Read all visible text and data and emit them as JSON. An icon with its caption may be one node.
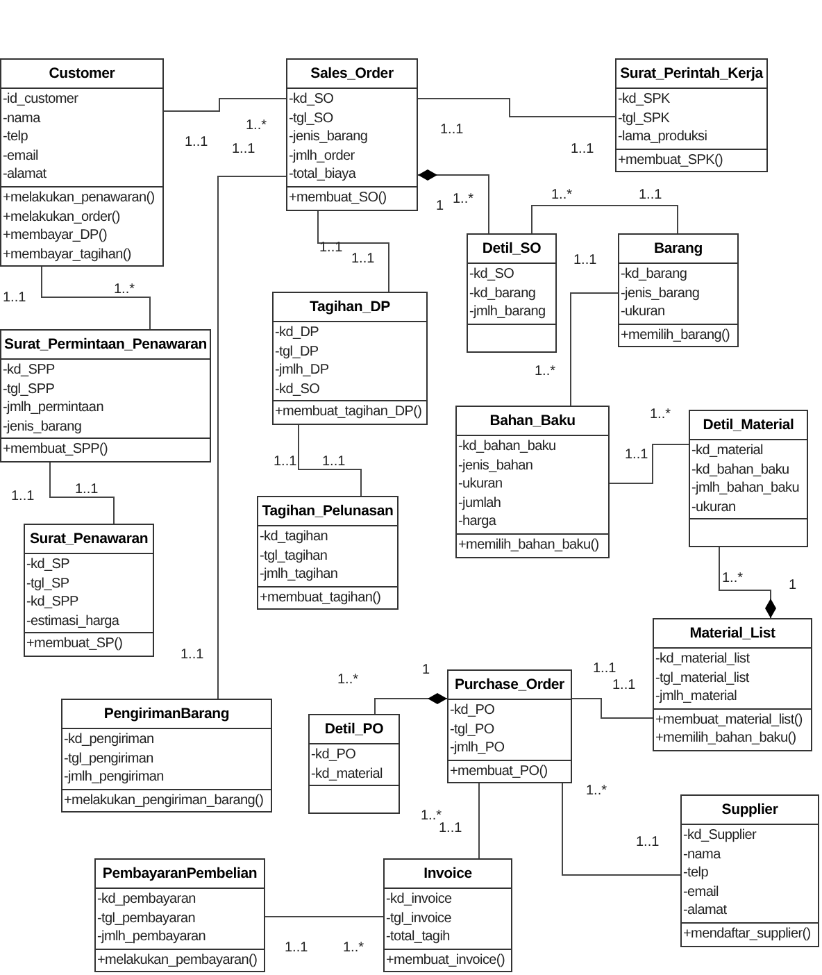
{
  "diagram": {
    "nodes": [
      {
        "text": [
          "Customer",
          "-id_customer -nama -telp -email -alamat",
          "+melakukan_penawaran() +melakukan_order() +membayar_DP() +membayar_tagihan()"
        ]
      },
      {
        "text": [
          "Sales_Order",
          "-kd_SO -tgl_SO -jenis_barang -jmlh_order -total_biaya",
          "+membuat_SO()"
        ]
      },
      {
        "text": [
          "Surat_Perintah_Kerja",
          "-kd_SPK -tgl_SPK -lama_produksi",
          "+membuat_SPK()"
        ]
      },
      {
        "text": [
          "Detil_SO",
          "-kd_SO -kd_barang -jmlh_barang"
        ]
      },
      {
        "text": [
          "Barang",
          "-kd_barang -jenis_barang -ukuran",
          "+memilih_barang()"
        ]
      },
      {
        "text": [
          "Surat_Permintaan_Penawaran",
          "-kd_SPP -tgl_SPP -jmlh_permintaan -jenis_barang",
          "+membuat_SPP()"
        ]
      },
      {
        "text": [
          "Tagihan_DP",
          "-kd_DP -tgl_DP -jmlh_DP -kd_SO",
          "+membuat_tagihan_DP()"
        ]
      },
      {
        "text": [
          "Bahan_Baku",
          "-kd_bahan_baku -jenis_bahan -ukuran -jumlah -harga",
          "+memilih_bahan_baku()"
        ]
      },
      {
        "text": [
          "Detil_Material",
          "-kd_material -kd_bahan_baku -jmlh_bahan_baku -ukuran"
        ]
      },
      {
        "text": [
          "Surat_Penawaran",
          "-kd_SP -tgl_SP -kd_SPP -estimasi_harga",
          "+membuat_SP()"
        ]
      },
      {
        "text": [
          "Tagihan_Pelunasan",
          "-kd_tagihan -tgl_tagihan -jmlh_tagihan",
          "+membuat_tagihan()"
        ]
      },
      {
        "text": [
          "Material_List",
          "-kd_material_list -tgl_material_list -jmlh_material",
          "+membuat_material_list() +memilih_bahan_baku()"
        ]
      },
      {
        "text": [
          "PengirimanBarang",
          "-kd_pengiriman -tgl_pengiriman -jmlh_pengiriman",
          "+melakukan_pengiriman_barang()"
        ]
      },
      {
        "text": [
          "Purchase_Order",
          "-kd_PO -tgl_PO -jmlh_PO",
          "+membuat_PO()"
        ]
      },
      {
        "text": [
          "Detil_PO",
          "-kd_PO -kd_material"
        ]
      },
      {
        "text": [
          "Supplier",
          "-kd_Supplier -nama -telp -email -alamat",
          "+mendaftar_supplier()"
        ]
      },
      {
        "text": [
          "PembayaranPembelian",
          "-kd_pembayaran -tgl_pembayaran -jmlh_pembayaran",
          "+melakukan_pembayaran()"
        ]
      },
      {
        "text": [
          "Invoice",
          "-kd_invoice -tgl_invoice -total_tagih",
          "+membuat_invoice()"
        ]
      }
    ],
    "edges": [
      {
        "from": 0,
        "to": 1,
        "arrow": "none"
      },
      {
        "from": 1,
        "to": 2,
        "arrow": "none"
      },
      {
        "from": 1,
        "to": 3,
        "arrow": "other"
      },
      {
        "from": 3,
        "to": 4,
        "arrow": "none"
      },
      {
        "from": 0,
        "to": 5,
        "arrow": "none"
      },
      {
        "from": 1,
        "to": 6,
        "arrow": "none"
      },
      {
        "from": 1,
        "to": 12,
        "arrow": "none"
      },
      {
        "from": 4,
        "to": 7,
        "arrow": "none"
      },
      {
        "from": 7,
        "to": 8,
        "arrow": "none"
      },
      {
        "from": 5,
        "to": 9,
        "arrow": "none"
      },
      {
        "from": 6,
        "to": 10,
        "arrow": "none"
      },
      {
        "from": 11,
        "to": 8,
        "arrow": "other"
      },
      {
        "from": 13,
        "to": 11,
        "arrow": "none"
      },
      {
        "from": 13,
        "to": 14,
        "arrow": "other"
      },
      {
        "from": 13,
        "to": 15,
        "arrow": "none"
      },
      {
        "from": 13,
        "to": 17,
        "arrow": "none"
      },
      {
        "from": 16,
        "to": 17,
        "arrow": "none"
      }
    ],
    "labels": [
      "1..1",
      "1..*",
      "1..1",
      "1..1",
      "1..1",
      "1",
      "1..*",
      "1..*",
      "1..1",
      "1..1",
      "1..*",
      "1..1",
      "1..1",
      "1..1",
      "1..*",
      "1..*",
      "1..1",
      "1..1",
      "1..1",
      "1..1",
      "1..1",
      "1..1",
      "1..*",
      "1",
      "1..*",
      "1",
      "1..1",
      "1..1",
      "1..*",
      "1..*",
      "1..1",
      "1..1",
      "1..1",
      "1..*"
    ]
  }
}
